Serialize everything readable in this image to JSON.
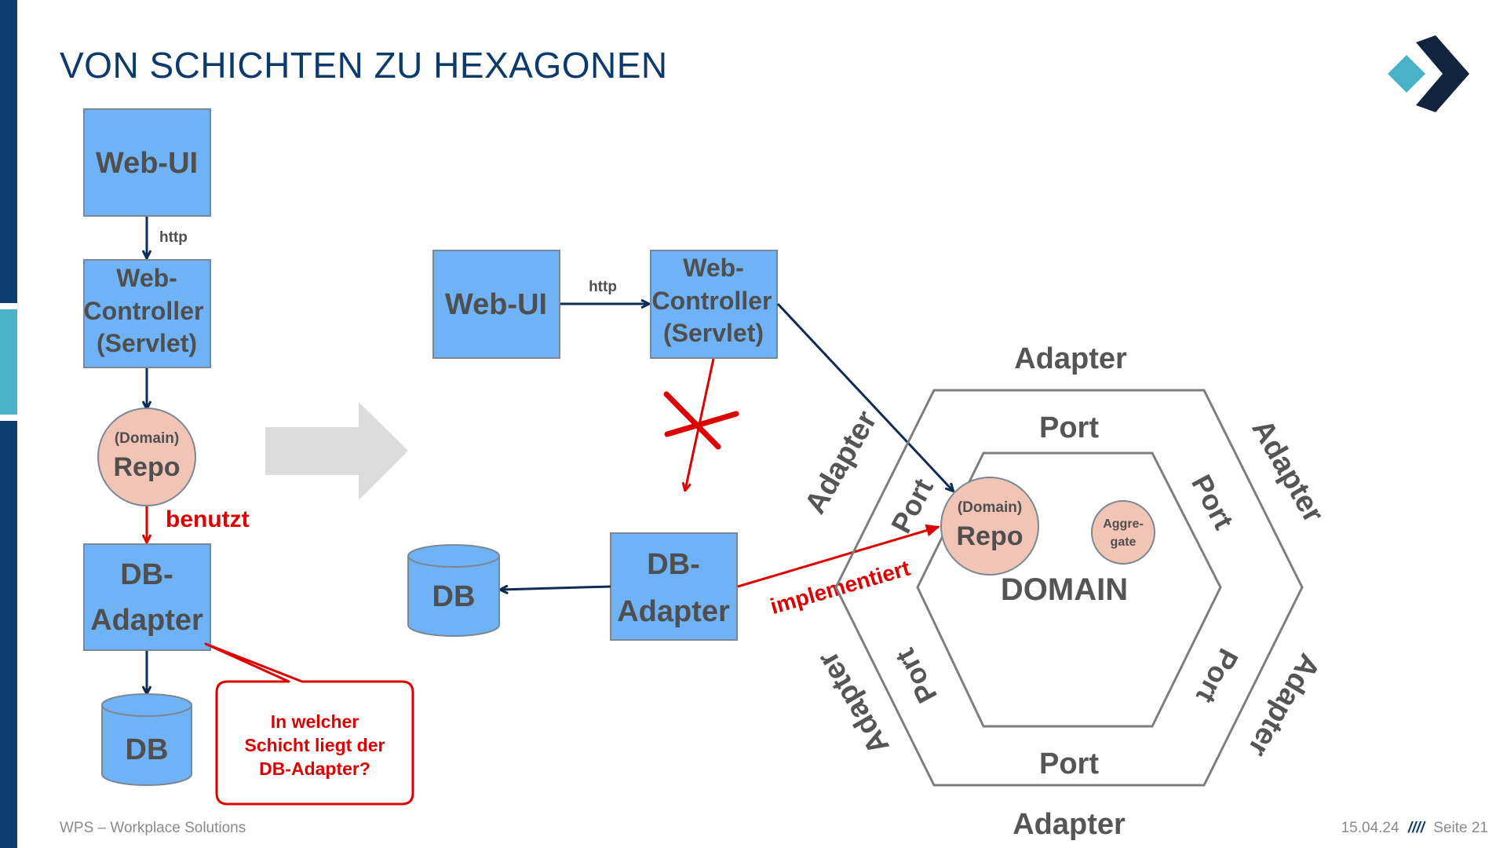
{
  "title": "VON SCHICHTEN ZU HEXAGONEN",
  "colors": {
    "box_fill": "#6fb2f5",
    "box_stroke": "#7a8896",
    "box_text": "#4f4f4f",
    "circle_fill": "#f1c4b6",
    "arrow_dark": "#0d2c54",
    "arrow_red": "#dd0000",
    "sidebar_dark": "#0e3d6e",
    "sidebar_accent": "#4ab3c9",
    "big_arrow": "#dcdcdc",
    "hex_stroke": "#7e7e7e"
  },
  "left": {
    "web_ui": "Web-UI",
    "http": "http",
    "controller_l1": "Web-",
    "controller_l2": "Controller",
    "controller_l3": "(Servlet)",
    "repo_l1": "(Domain)",
    "repo_l2": "Repo",
    "benutzt": "benutzt",
    "db_adapter_l1": "DB-",
    "db_adapter_l2": "Adapter",
    "db": "DB",
    "callout_l1": "In welcher",
    "callout_l2": "Schicht liegt der",
    "callout_l3": "DB-Adapter?"
  },
  "right": {
    "web_ui": "Web-UI",
    "http": "http",
    "controller_l1": "Web-",
    "controller_l2": "Controller",
    "controller_l3": "(Servlet)",
    "db_adapter_l1": "DB-",
    "db_adapter_l2": "Adapter",
    "db": "DB",
    "implementiert": "implementiert"
  },
  "hexagon": {
    "adapter": "Adapter",
    "port": "Port",
    "domain": "DOMAIN",
    "repo_l1": "(Domain)",
    "repo_l2": "Repo",
    "aggregate_l1": "Aggre-",
    "aggregate_l2": "gate"
  },
  "footer": {
    "company": "WPS – Workplace Solutions",
    "date": "15.04.24",
    "separator": "////",
    "page": "Seite 21"
  }
}
